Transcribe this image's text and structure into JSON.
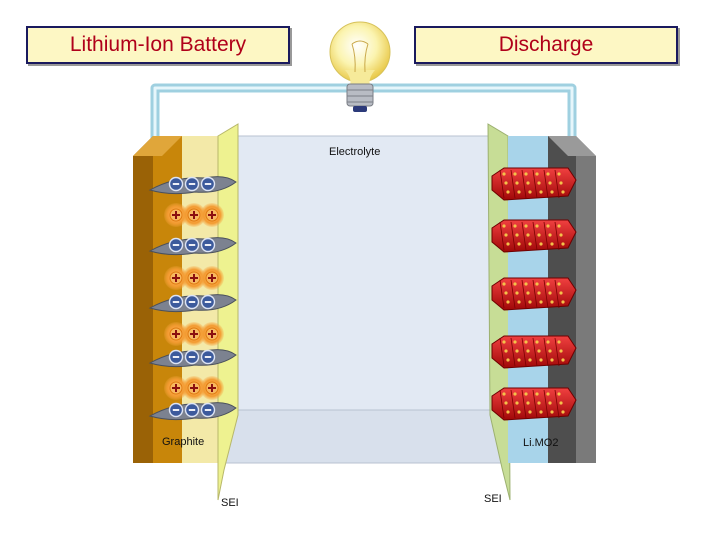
{
  "header": {
    "left_title": "Lithium-Ion Battery",
    "right_title": "Discharge"
  },
  "labels": {
    "electrolyte": "Electrolyte",
    "anode": "Graphite",
    "cathode": "Li.MO2",
    "sei_left": "SEI",
    "sei_right": "SEI"
  },
  "colors": {
    "title_text": "#b0001a",
    "title_bg": "#fdf7c4",
    "wire": "#bfe3ee",
    "electrolyte": "#e4ebf4",
    "anode_plate": "#c8860a",
    "anode_layer": "#f3e9a8",
    "sei": "#e8ec8a",
    "sei_right": "#c7dd96",
    "cathode_layer": "#a8d4ea",
    "cathode_plate": "#5a5a5a",
    "crystal": "#cc1010",
    "ion_glow": "#f6a540",
    "electron": "#3c5a9c"
  },
  "icons": [
    "light-bulb-icon"
  ]
}
